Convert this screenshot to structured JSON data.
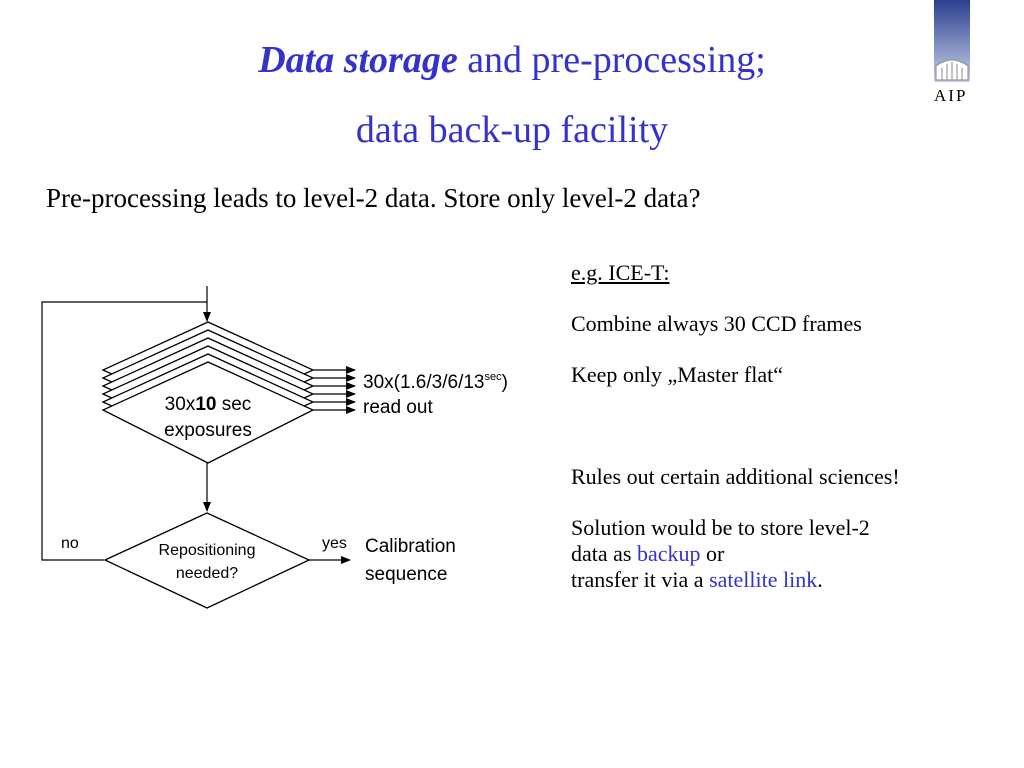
{
  "title": {
    "emphasis": "Data storage",
    "rest_line1": " and pre-processing;",
    "line2": "data back-up facility"
  },
  "subtitle": "Pre-processing leads to level-2 data.  Store only level-2 data?",
  "logo": {
    "text": "AIP"
  },
  "colors": {
    "accent": "#3333cc",
    "text": "#000000"
  },
  "right_panel": {
    "example_heading": "e.g. ICE-T:",
    "line1": "Combine always 30 CCD frames",
    "line2": "Keep only „Master flat“",
    "rules_out": "Rules out certain additional sciences!",
    "solution": {
      "part1": "Solution would be to store level-2",
      "part2_prefix": "data as ",
      "backup": "backup",
      "part2_suffix": " or",
      "part3_prefix": "transfer it via a ",
      "satellite_link": "satellite link",
      "part3_suffix": "."
    }
  },
  "flowchart": {
    "exposure_box": {
      "line1_prefix": "30x",
      "line1_bold": "10",
      "line1_suffix": " sec",
      "line2": "exposures"
    },
    "output": {
      "line1_prefix": "30x(1.6/3/6/13",
      "line1_sup": "sec",
      "line1_suffix": ")",
      "line2": "read out"
    },
    "decision": {
      "line1": "Repositioning",
      "line2": "needed?"
    },
    "no_label": "no",
    "yes_label": "yes",
    "result": {
      "line1": "Calibration",
      "line2": "sequence"
    }
  }
}
